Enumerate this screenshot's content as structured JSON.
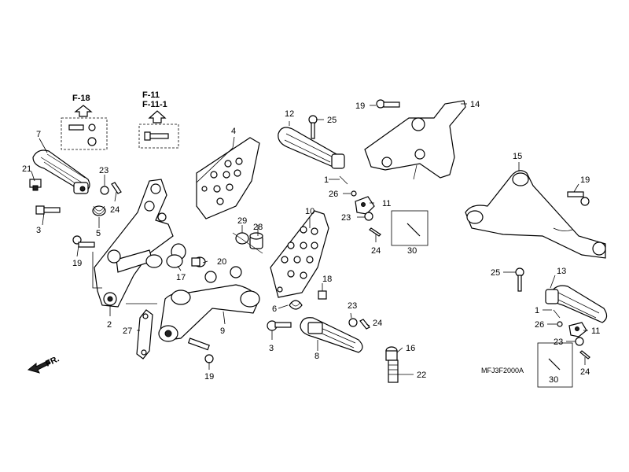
{
  "diagram": {
    "code": "MFJ3F2000A",
    "front_marker": "FR.",
    "references": {
      "left": "F-18",
      "right_top": "F-11",
      "right_bottom": "F-11-1"
    },
    "callouts": {
      "c1a": "1",
      "c1b": "1",
      "c2": "2",
      "c3a": "3",
      "c3b": "3",
      "c4": "4",
      "c5": "5",
      "c6": "6",
      "c7": "7",
      "c8": "8",
      "c9": "9",
      "c10": "10",
      "c11a": "11",
      "c11b": "11",
      "c12": "12",
      "c13": "13",
      "c14": "14",
      "c15": "15",
      "c16": "16",
      "c17": "17",
      "c18": "18",
      "c19a": "19",
      "c19b": "19",
      "c19c": "19",
      "c19d": "19",
      "c20": "20",
      "c21": "21",
      "c22": "22",
      "c23a": "23",
      "c23b": "23",
      "c23c": "23",
      "c23d": "23",
      "c24a": "24",
      "c24b": "24",
      "c24c": "24",
      "c24d": "24",
      "c25a": "25",
      "c25b": "25",
      "c26a": "26",
      "c26b": "26",
      "c27": "27",
      "c28": "28",
      "c29": "29",
      "c30a": "30",
      "c30b": "30"
    }
  }
}
